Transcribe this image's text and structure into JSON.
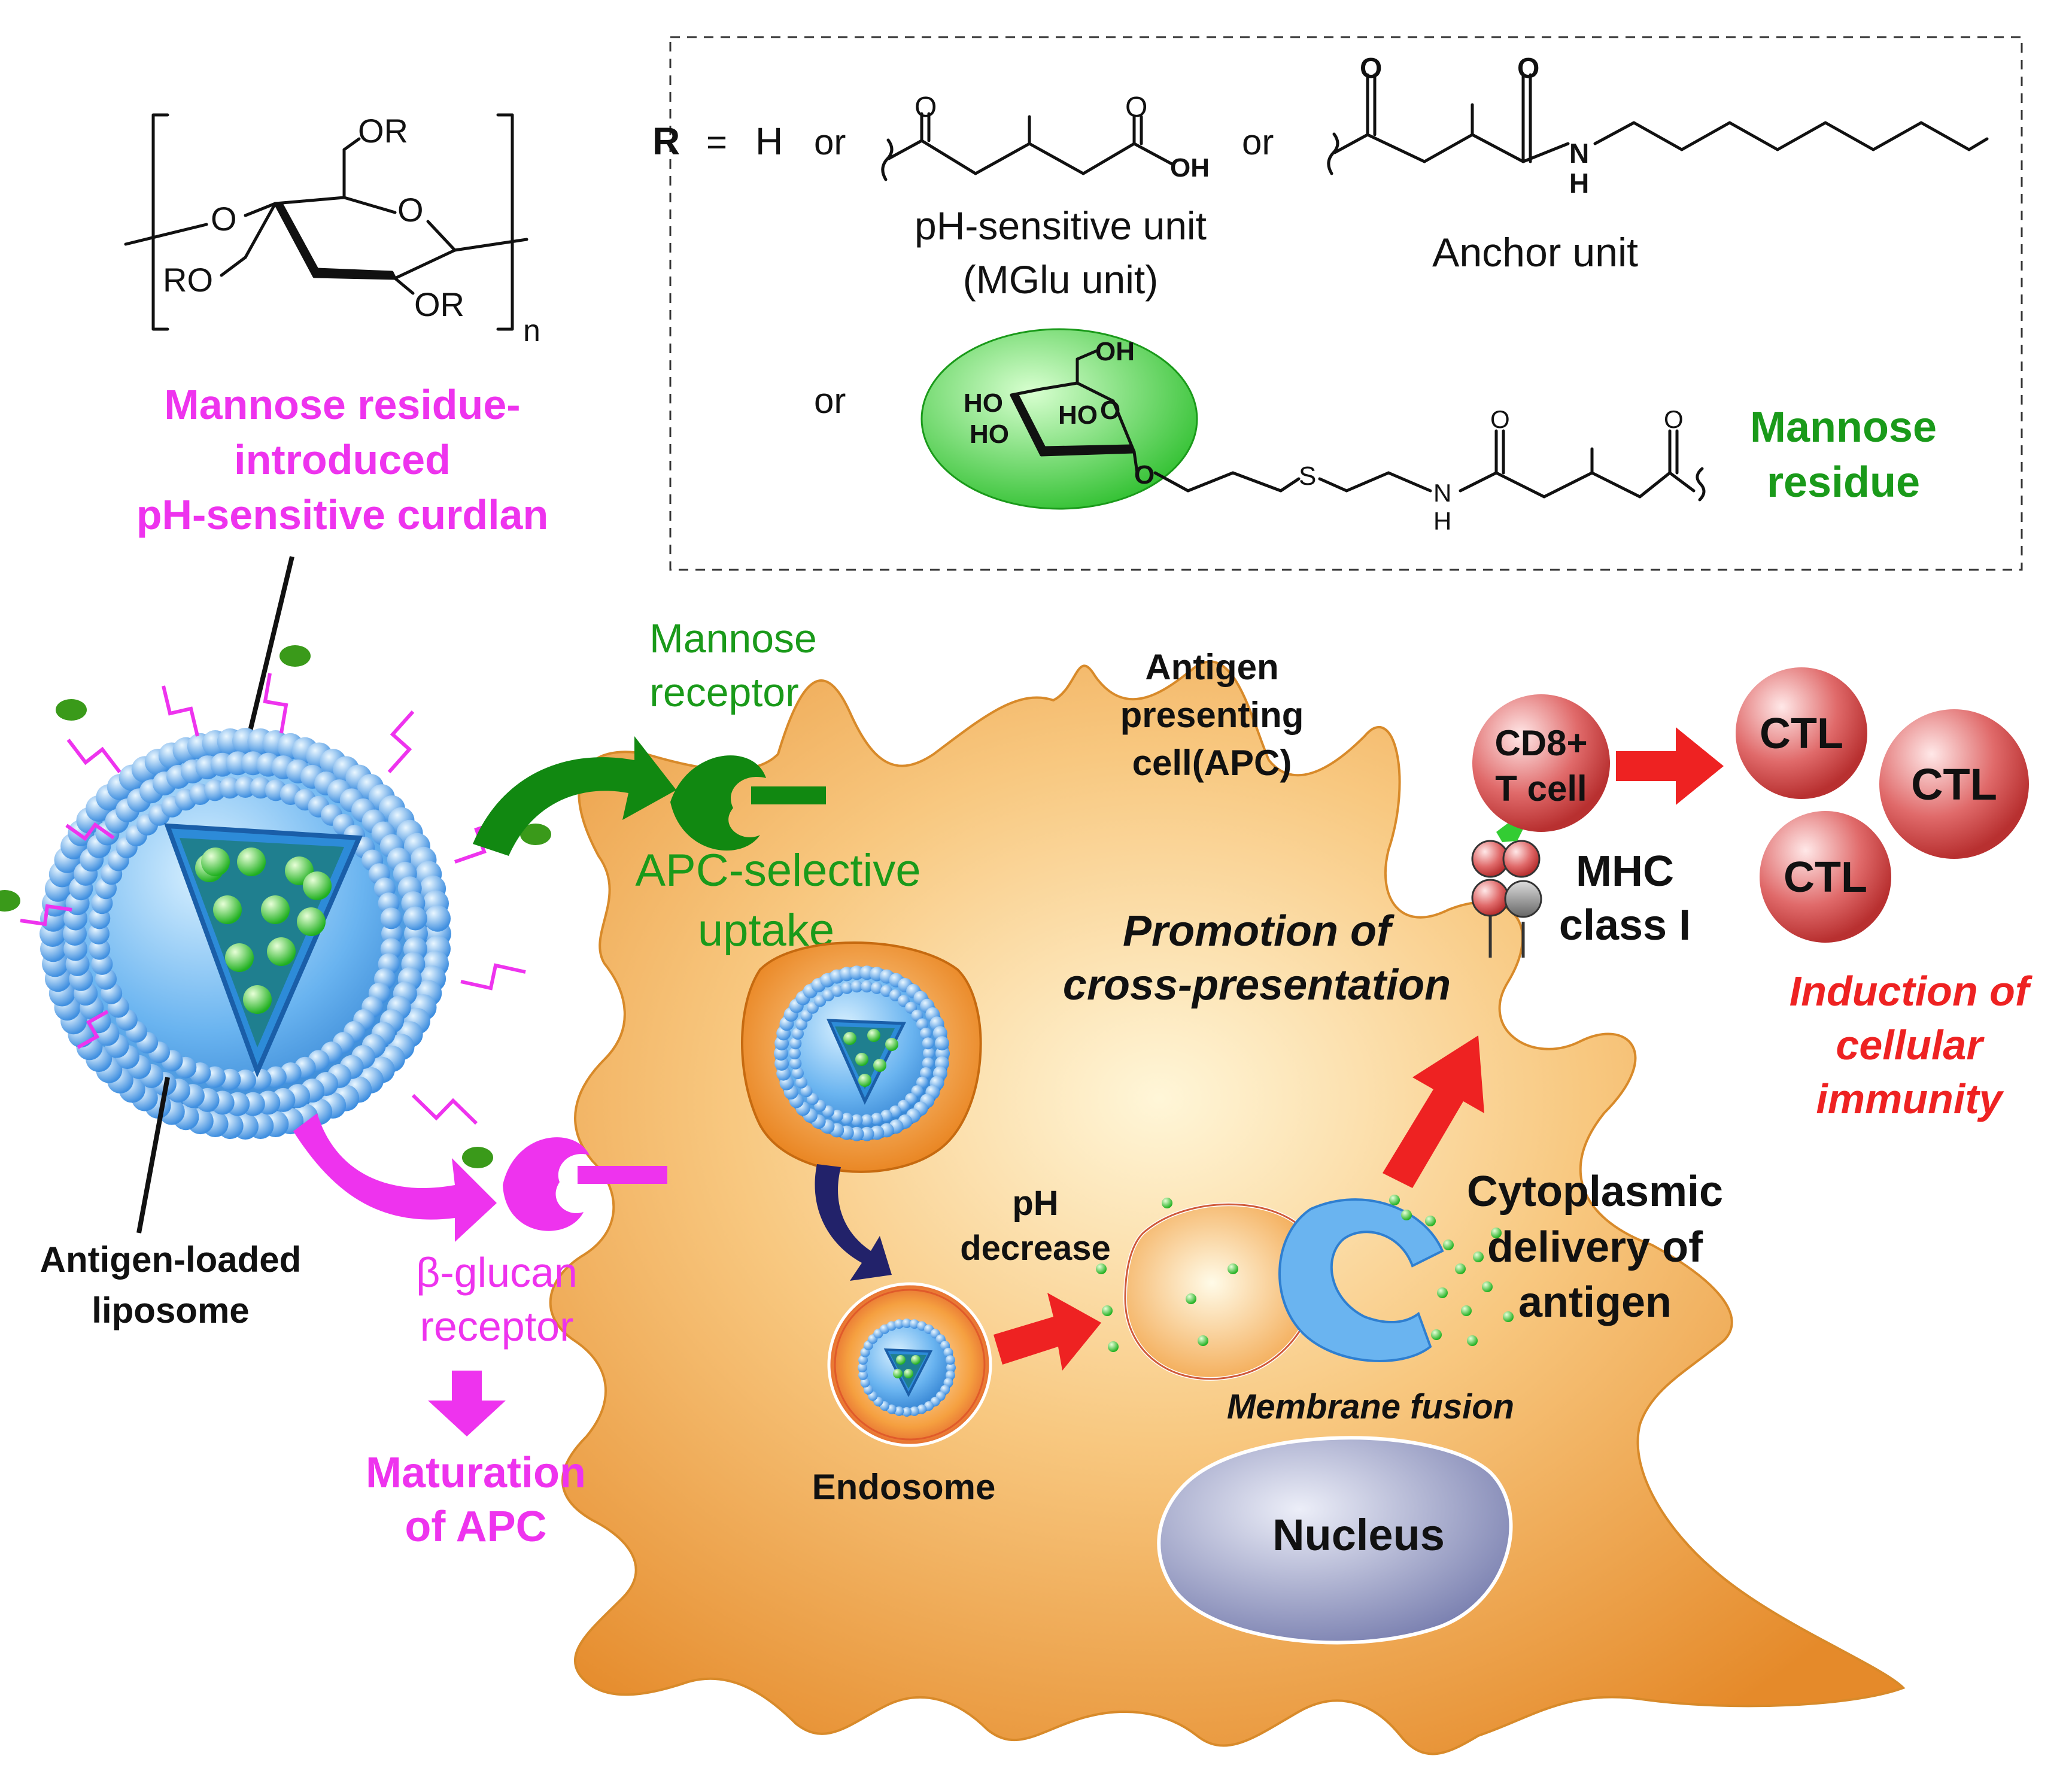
{
  "colors": {
    "magenta": "#ee33ee",
    "green_dark": "#118811",
    "green_label": "#1a9a1a",
    "red": "#ee2222",
    "cell_fill": "#f4b060",
    "cell_edge": "#d88a2a",
    "liposome_blue": "#5aa8ec",
    "nucleus": "#9aa0c8",
    "ctl_red": "#d94a4a",
    "navy": "#22226a"
  },
  "polymer": {
    "or_top": "OR",
    "or_left": "RO",
    "or_bottom": "OR",
    "ring_o": "O",
    "link_o": "O",
    "subscript": "n"
  },
  "title_polymer": [
    "Mannose residue-",
    "introduced",
    "pH-sensitive curdlan"
  ],
  "r_def": {
    "r_label": "R",
    "equals": "=",
    "h": "H",
    "or1": "or",
    "or2": "or",
    "or3": "or",
    "oh": "OH",
    "o": "O",
    "nh_n": "N",
    "nh_h": "H",
    "s": "S",
    "ph_unit": [
      "pH-sensitive unit",
      "(MGlu unit)"
    ],
    "anchor_unit": "Anchor unit",
    "mannose_ho1": "HO",
    "mannose_ho2": "HO",
    "mannose_ho3": "HO",
    "mannose_oh": "OH",
    "mannose_o": "O",
    "mannose_residue": [
      "Mannose",
      "residue"
    ]
  },
  "labels": {
    "mannose_receptor": [
      "Mannose",
      "receptor"
    ],
    "apc": [
      "Antigen",
      "presenting",
      "cell(APC)"
    ],
    "apc_selective": [
      "APC-selective",
      "uptake"
    ],
    "promotion": [
      "Promotion of",
      "cross-presentation"
    ],
    "cd8": [
      "CD8+",
      "T cell"
    ],
    "ctl": "CTL",
    "mhc": [
      "MHC",
      "class I"
    ],
    "induction": [
      "Induction of",
      "cellular",
      "immunity"
    ],
    "antigen_liposome": [
      "Antigen-loaded",
      "liposome"
    ],
    "beta_glucan": [
      "β-glucan",
      "receptor"
    ],
    "maturation": [
      "Maturation",
      "of APC"
    ],
    "endosome": "Endosome",
    "ph_decrease": [
      "pH",
      "decrease"
    ],
    "membrane_fusion": "Membrane fusion",
    "cytoplasmic": [
      "Cytoplasmic",
      "delivery of",
      "antigen"
    ],
    "nucleus": "Nucleus"
  }
}
